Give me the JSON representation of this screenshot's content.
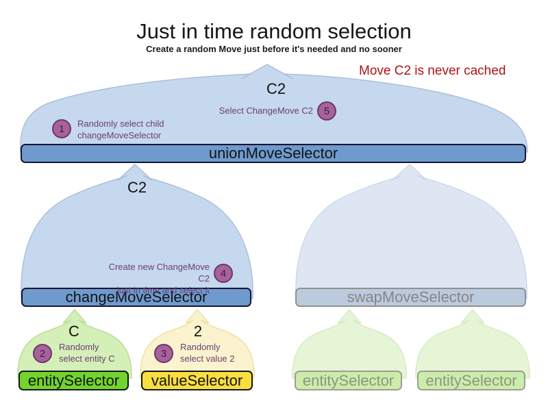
{
  "header": {
    "title": "Just in time random selection",
    "subtitle": "Create a random Move just before it's needed and no sooner"
  },
  "note": "Move C2 is never cached",
  "selectors": {
    "union_move_selector": {
      "label": "unionMoveSelector",
      "output": "C2"
    },
    "change_move_selector": {
      "label": "changeMoveSelector",
      "output": "C2"
    },
    "swap_move_selector": {
      "label": "swapMoveSelector",
      "state": "faded"
    },
    "entity_selector": {
      "label": "entitySelector",
      "output": "C"
    },
    "value_selector": {
      "label": "valueSelector",
      "output": "2"
    },
    "entity_selector_faded_left": {
      "label": "entitySelector",
      "state": "faded"
    },
    "entity_selector_faded_right": {
      "label": "entitySelector",
      "state": "faded"
    }
  },
  "steps": [
    {
      "number": "1",
      "text": "Randomly select child\nchangeMoveSelector"
    },
    {
      "number": "2",
      "text": "Randomly\nselect entity C"
    },
    {
      "number": "3",
      "text": "Randomly\nselect value 2"
    },
    {
      "number": "4",
      "text": "Create new ChangeMove C2\njust in time and select it"
    },
    {
      "number": "5",
      "text": "Select ChangeMove C2"
    }
  ],
  "colors": {
    "funnel_blue": "#c5d8ee",
    "bar_blue": "#6f9ace",
    "faded_funnel_blue": "#dfe6f3",
    "faded_bar_blue": "#bccade",
    "funnel_green": "#d5efb8",
    "bar_green": "#72d42c",
    "funnel_yellow": "#faf3cd",
    "bar_yellow": "#f8de3f",
    "faded_funnel_green": "#e6f5d6",
    "faded_bar_green": "#cdecab",
    "step_circle": "#a7629d",
    "annotation_text": "#6b3f70",
    "note_red": "#b01215"
  }
}
